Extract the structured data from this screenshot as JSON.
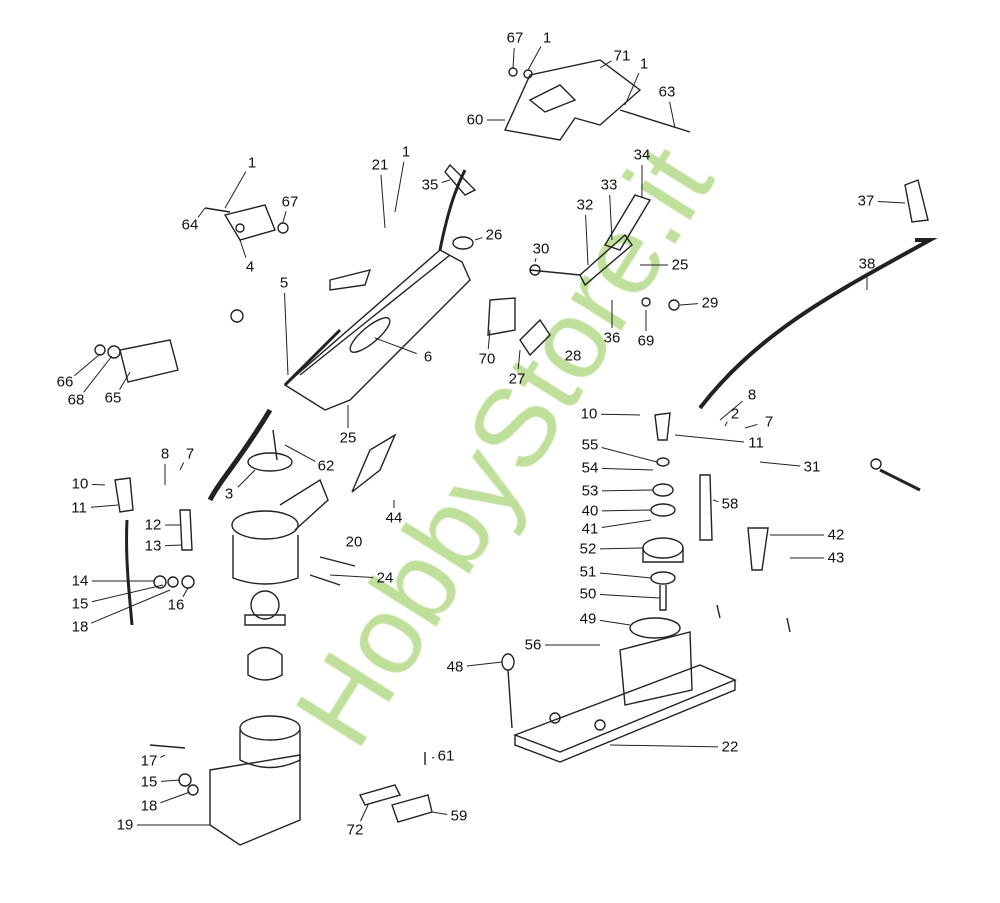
{
  "diagram": {
    "type": "exploded-parts-diagram",
    "watermark": "HobbyStore.it",
    "part_labels": [
      "67",
      "1",
      "71",
      "1",
      "63",
      "60",
      "1",
      "64",
      "67",
      "4",
      "21",
      "1",
      "35",
      "26",
      "34",
      "33",
      "32",
      "30",
      "25",
      "29",
      "69",
      "36",
      "28",
      "70",
      "27",
      "37",
      "38",
      "5",
      "6",
      "25",
      "66",
      "68",
      "65",
      "8",
      "10",
      "2",
      "7",
      "11",
      "31",
      "55",
      "54",
      "53",
      "40",
      "41",
      "52",
      "51",
      "50",
      "49",
      "58",
      "42",
      "43",
      "62",
      "3",
      "8",
      "7",
      "10",
      "11",
      "12",
      "13",
      "44",
      "20",
      "24",
      "14",
      "15",
      "16",
      "18",
      "56",
      "48",
      "22",
      "61",
      "17",
      "15",
      "18",
      "19",
      "72",
      "59"
    ],
    "colors": {
      "line": "#222222",
      "watermark": "#b5d98a",
      "background": "#ffffff"
    }
  }
}
